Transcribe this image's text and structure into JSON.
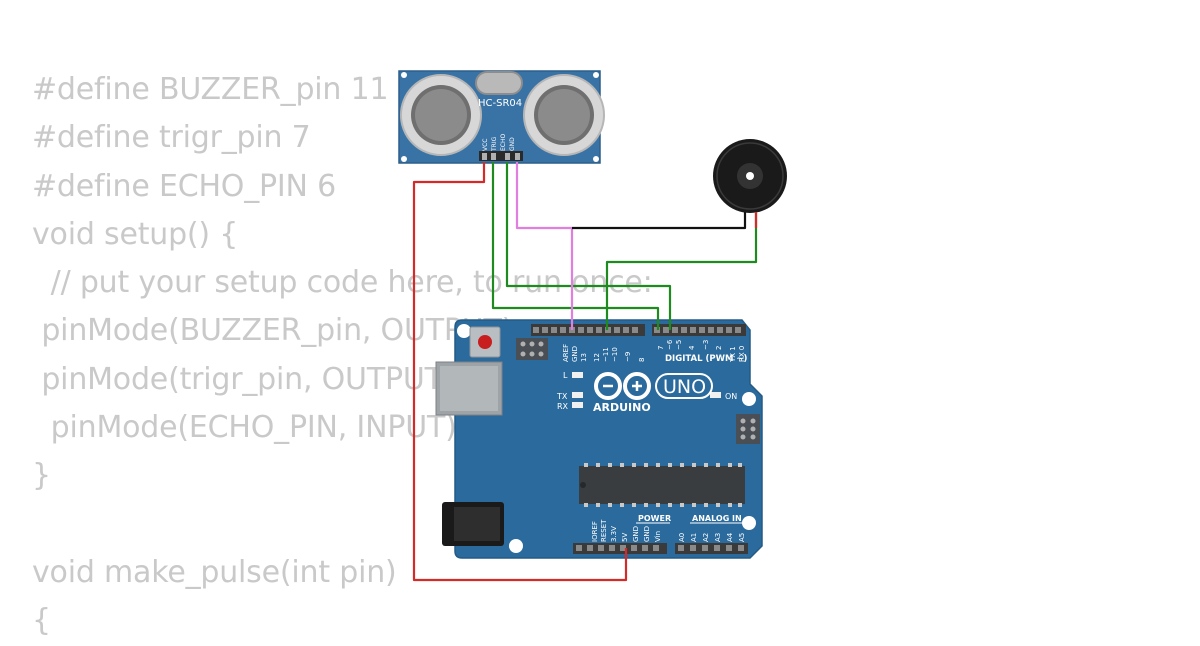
{
  "code_lines": [
    "#define BUZZER_pin 11",
    "#define trigr_pin 7",
    "#define ECHO_PIN 6",
    "void setup() {",
    "  // put your setup code here, to run once:",
    " pinMode(BUZZER_pin, OUTPUT);",
    " pinMode(trigr_pin, OUTPUT);",
    "  pinMode(ECHO_PIN, INPUT);",
    "}",
    "",
    "void make_pulse(int pin)",
    "{"
  ],
  "sensor": {
    "model": "HC-SR04",
    "pins": [
      "VCC",
      "TRIG",
      "ECHO",
      "GND"
    ]
  },
  "board": {
    "brand": "ARDUINO",
    "model": "UNO",
    "digital_label": "DIGITAL (PWM ~)",
    "power_label": "POWER",
    "analog_label": "ANALOG IN",
    "on_label": "ON",
    "led_l": "L",
    "led_tx": "TX",
    "led_rx": "RX",
    "digital_pins": [
      "AREF",
      "GND",
      "13",
      "12",
      "~11",
      "~10",
      "~9",
      "8",
      "7",
      "~6",
      "~5",
      "4",
      "~3",
      "2",
      "TX 1",
      "RX 0"
    ],
    "power_pins": [
      "IOREF",
      "RESET",
      "3.3V",
      "5V",
      "GND",
      "GND",
      "Vin"
    ],
    "analog_pins": [
      "A0",
      "A1",
      "A2",
      "A3",
      "A4",
      "A5"
    ]
  },
  "colors": {
    "board": "#2b6a9c",
    "wire_red": "#d42a2a",
    "wire_green": "#1f8a1f",
    "wire_pink": "#e07fe0",
    "wire_black": "#111111",
    "code_text": "#c9c9c9"
  }
}
